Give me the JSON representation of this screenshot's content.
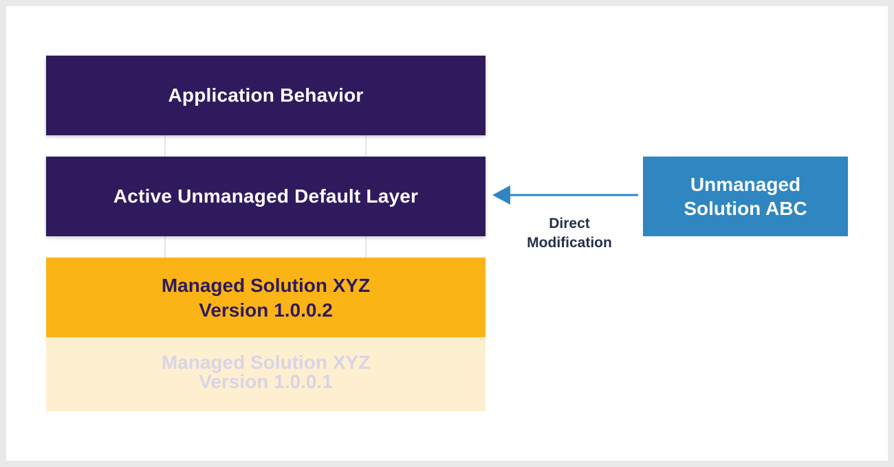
{
  "layers": {
    "application_behavior": "Application Behavior",
    "active_unmanaged": "Active Unmanaged Default Layer",
    "managed_current": {
      "line1": "Managed Solution XYZ",
      "line2": "Version 1.0.0.2"
    },
    "managed_previous": {
      "line1": "Managed Solution XYZ",
      "line2": "Version 1.0.0.1"
    }
  },
  "unmanaged_solution": {
    "line1": "Unmanaged",
    "line2": "Solution ABC"
  },
  "arrow_label": {
    "line1": "Direct",
    "line2": "Modification"
  },
  "colors": {
    "dark_layer": "#2f1a5e",
    "managed_current": "#fbb416",
    "managed_previous": "#feefd0",
    "unmanaged_solution": "#2f86c1",
    "arrow": "#2f86c1"
  },
  "icons": {
    "arrow": "arrow-left-icon"
  }
}
